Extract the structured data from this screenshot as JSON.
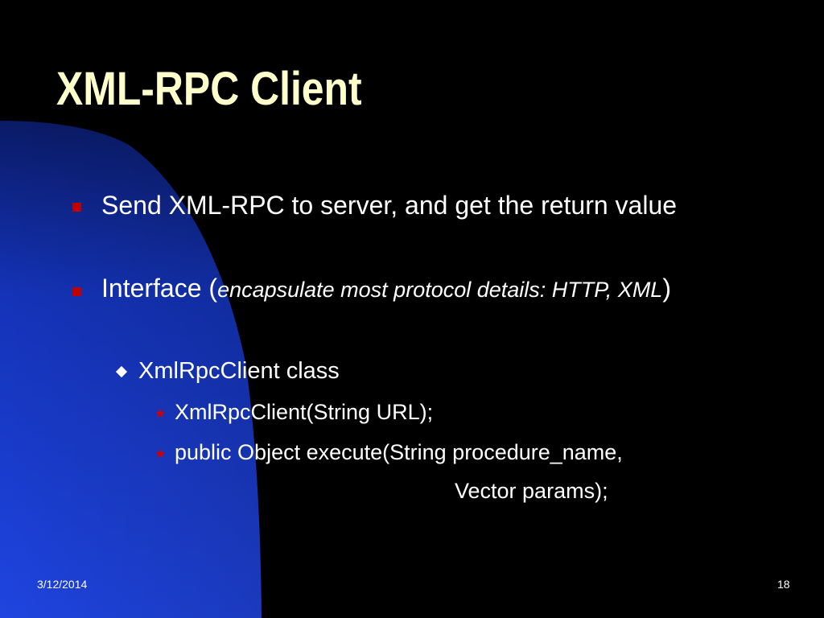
{
  "slide": {
    "title": "XML-RPC Client",
    "bullets": [
      {
        "text": "Send XML-RPC to server, and get the return value"
      },
      {
        "prefix": "Interface (",
        "italic": "encapsulate most protocol details: HTTP, XML",
        "suffix": ")"
      }
    ],
    "sub_bullet": "XmlRpcClient class",
    "code_items": [
      {
        "text": "XmlRpcClient(String URL);"
      },
      {
        "line1": "public Object execute(String procedure_name,",
        "line2": "Vector params);"
      }
    ],
    "footer": {
      "date": "3/12/2014",
      "page_number": "18"
    }
  },
  "colors": {
    "background": "#000000",
    "accent_blue": "#1a3fd6",
    "title": "#ffffcc",
    "bullet_square": "#c00000",
    "star": "#d00000"
  },
  "icons": {
    "level1": "red-square-bullet",
    "level2": "white-diamond-bullet",
    "level3": "red-star-bullet"
  }
}
